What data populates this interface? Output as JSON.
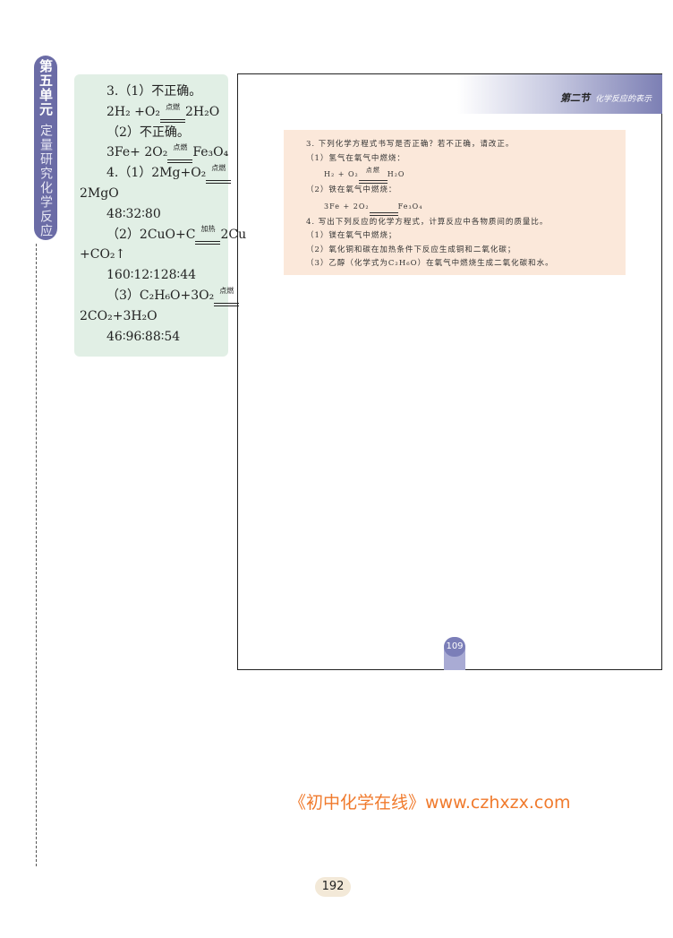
{
  "side_tab": {
    "unit": "第五单元",
    "topic": "定量研究化学反应"
  },
  "answers": [
    {
      "type": "text",
      "indent": true,
      "text": "3.（1）不正确。"
    },
    {
      "type": "eq",
      "indent": true,
      "pre": "2H₂ +O₂",
      "cond": "点燃",
      "post": "2H₂O"
    },
    {
      "type": "text",
      "indent": true,
      "text": "（2）不正确。"
    },
    {
      "type": "eq",
      "indent": true,
      "pre": "3Fe+ 2O₂",
      "cond": "点燃",
      "post": "Fe₃O₄"
    },
    {
      "type": "eq",
      "indent": true,
      "pre": "4.（1）2Mg+O₂",
      "cond": "点燃",
      "post": ""
    },
    {
      "type": "text",
      "indent": false,
      "text": "2MgO"
    },
    {
      "type": "text",
      "indent": true,
      "text": "48∶32∶80"
    },
    {
      "type": "eq",
      "indent": true,
      "pre": "（2）2CuO+C",
      "cond": "加热",
      "post": "2Cu"
    },
    {
      "type": "text",
      "indent": false,
      "text": "+CO₂↑"
    },
    {
      "type": "text",
      "indent": true,
      "text": "160∶12∶128∶44"
    },
    {
      "type": "eq",
      "indent": true,
      "pre": "（3）C₂H₆O+3O₂",
      "cond": "点燃",
      "post": ""
    },
    {
      "type": "text",
      "indent": false,
      "text": "2CO₂+3H₂O"
    },
    {
      "type": "text",
      "indent": true,
      "text": "46∶96∶88∶54"
    }
  ],
  "header": {
    "section": "第二节",
    "title": "化学反应的表示"
  },
  "exercise": [
    {
      "type": "text",
      "text": "3. 下列化学方程式书写是否正确？若不正确，请改正。"
    },
    {
      "type": "text",
      "text": "（1）氢气在氧气中燃烧："
    },
    {
      "type": "eq",
      "pre": "H₂ + O₂",
      "cond": "点燃",
      "post": "H₂O"
    },
    {
      "type": "text",
      "text": "（2）铁在氧气中燃烧："
    },
    {
      "type": "eq",
      "pre": "3Fe + 2O₂",
      "cond": "",
      "post": "Fe₃O₄"
    },
    {
      "type": "text",
      "text": "4. 写出下列反应的化学方程式，计算反应中各物质间的质量比。"
    },
    {
      "type": "text",
      "text": "（1）镁在氧气中燃烧；"
    },
    {
      "type": "text",
      "text": "（2）氧化铜和碳在加热条件下反应生成铜和二氧化碳；"
    },
    {
      "type": "text",
      "text": "（3）乙醇（化学式为C₂H₆O）在氧气中燃烧生成二氧化碳和水。"
    }
  ],
  "inner_page_number": "109",
  "watermark": "《初中化学在线》www.czhxzx.com",
  "page_number": "192"
}
